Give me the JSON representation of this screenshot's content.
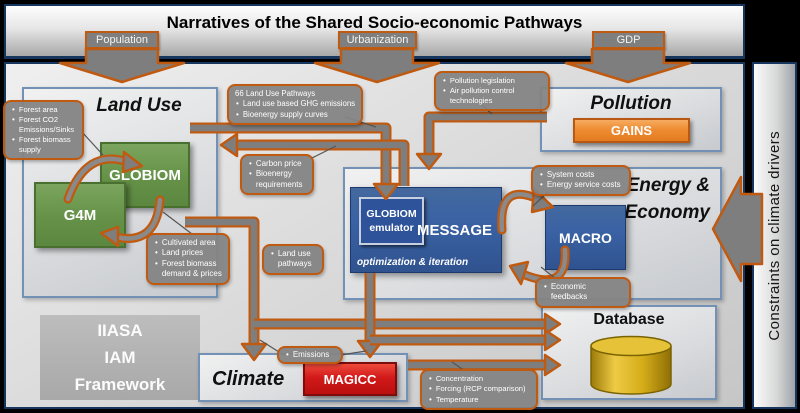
{
  "banner": {
    "title_segments": [
      "Narratives of the ",
      "S",
      "hared ",
      "S",
      "ocio-economic ",
      "P",
      "athways"
    ],
    "drivers": [
      "Population",
      "Urbanization",
      "GDP"
    ]
  },
  "right_panel": {
    "label": "Constraints on climate drivers"
  },
  "framework": {
    "lines": [
      "IIASA",
      "IAM",
      "Framework"
    ]
  },
  "land_use": {
    "title": "Land Use",
    "globiom": "GLOBIOM",
    "g4m": "G4M",
    "inputs_bubble": [
      "Forest area",
      "Forest CO2 Emissions/Sinks",
      "Forest biomass supply"
    ],
    "outputs_bubble": [
      "Cultivated area",
      "Land prices",
      "Forest biomass demand & prices"
    ]
  },
  "pathways_bubble": {
    "heading": "66 Land Use Pathways",
    "items": [
      "Land use based GHG emissions",
      "Bioenergy supply curves"
    ]
  },
  "carbon_bubble": [
    "Carbon price",
    "Bioenergy requirements"
  ],
  "land_use_pathways_bubble": [
    "Land use pathways"
  ],
  "pollution": {
    "title": "Pollution",
    "model": "GAINS",
    "bubble": [
      "Pollution legislation",
      "Air pollution control technologies"
    ]
  },
  "energy": {
    "title_lines": [
      "Energy &",
      "Economy"
    ],
    "message": "MESSAGE",
    "macro": "MACRO",
    "emulator_lines": [
      "GLOBIOM",
      "emulator"
    ],
    "caption": "optimization & iteration",
    "costs_bubble": [
      "System costs",
      "Energy service costs"
    ],
    "feedback_bubble": [
      "Economic feedbacks"
    ]
  },
  "climate": {
    "title": "Climate",
    "model": "MAGICC",
    "emissions_bubble": [
      "Emissions"
    ],
    "outputs_bubble": [
      "Concentration",
      "Forcing (RCP comparison)",
      "Temperature"
    ]
  },
  "database": {
    "title": "Database"
  },
  "colors": {
    "accent_orange": "#C05A11",
    "arrow_gray": "#7E7E7E",
    "frame_navy": "#17365D",
    "panel_border_blue": "#7291B5",
    "model_green": "#659148",
    "model_blue": "#3A62A4",
    "gains_orange": "#EE8C33",
    "magicc_red": "#D21A1A",
    "database_yellow": "#D2A816"
  }
}
